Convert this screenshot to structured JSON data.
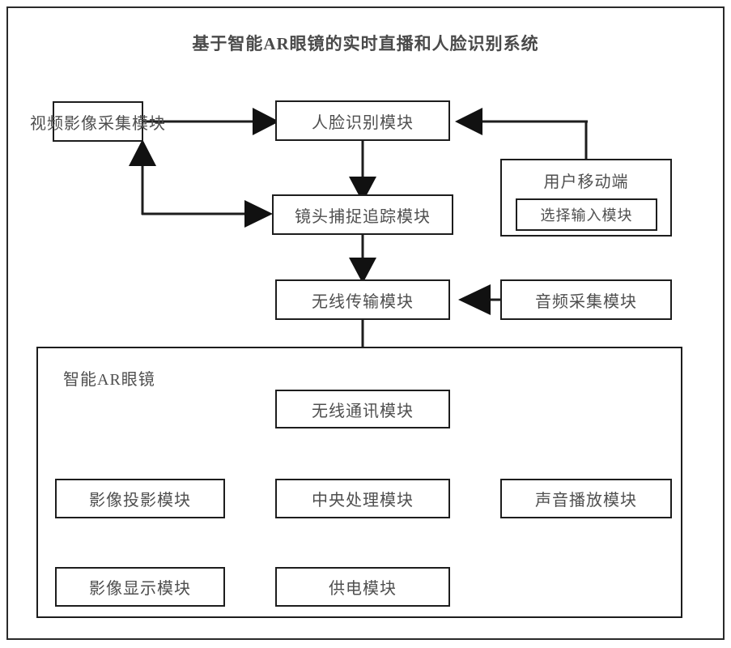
{
  "figure": {
    "title": "基于智能AR眼镜的实时直播和人脸识别系统",
    "line_color": "#1d1d1d",
    "text_color": "#4f4f4f",
    "background": "#ffffff"
  },
  "nodes": {
    "video_capture": {
      "label": "视频影像采集模块"
    },
    "face_recognition": {
      "label": "人脸识别模块"
    },
    "lens_tracking": {
      "label": "镜头捕捉追踪模块"
    },
    "wireless_transmit": {
      "label": "无线传输模块"
    },
    "audio_capture": {
      "label": "音频采集模块"
    },
    "user_mobile": {
      "label": "用户移动端"
    },
    "select_input": {
      "label": "选择输入模块"
    },
    "ar_glasses": {
      "label": "智能AR眼镜"
    },
    "wireless_comm": {
      "label": "无线通讯模块"
    },
    "image_projection": {
      "label": "影像投影模块"
    },
    "central_processing": {
      "label": "中央处理模块"
    },
    "sound_playback": {
      "label": "声音播放模块"
    },
    "image_display": {
      "label": "影像显示模块"
    },
    "power_supply": {
      "label": "供电模块"
    }
  },
  "edges": [
    {
      "from": "video_capture",
      "to": "face_recognition",
      "direction": "right"
    },
    {
      "from": "face_recognition",
      "to": "lens_tracking",
      "direction": "down"
    },
    {
      "from": "lens_tracking",
      "to": "video_capture",
      "direction": "up-left-feedback"
    },
    {
      "from": "user_mobile",
      "to": "face_recognition",
      "direction": "up-left"
    },
    {
      "from": "lens_tracking",
      "to": "wireless_transmit",
      "direction": "down"
    },
    {
      "from": "audio_capture",
      "to": "wireless_transmit",
      "direction": "left"
    },
    {
      "from": "wireless_transmit",
      "to": "wireless_comm",
      "direction": "down"
    },
    {
      "from": "wireless_comm",
      "to": "central_processing",
      "direction": "down"
    },
    {
      "from": "central_processing",
      "to": "image_projection",
      "direction": "left"
    },
    {
      "from": "central_processing",
      "to": "sound_playback",
      "direction": "right"
    },
    {
      "from": "image_projection",
      "to": "image_display",
      "direction": "down"
    },
    {
      "from": "power_supply",
      "to": "central_processing",
      "direction": "up"
    }
  ]
}
